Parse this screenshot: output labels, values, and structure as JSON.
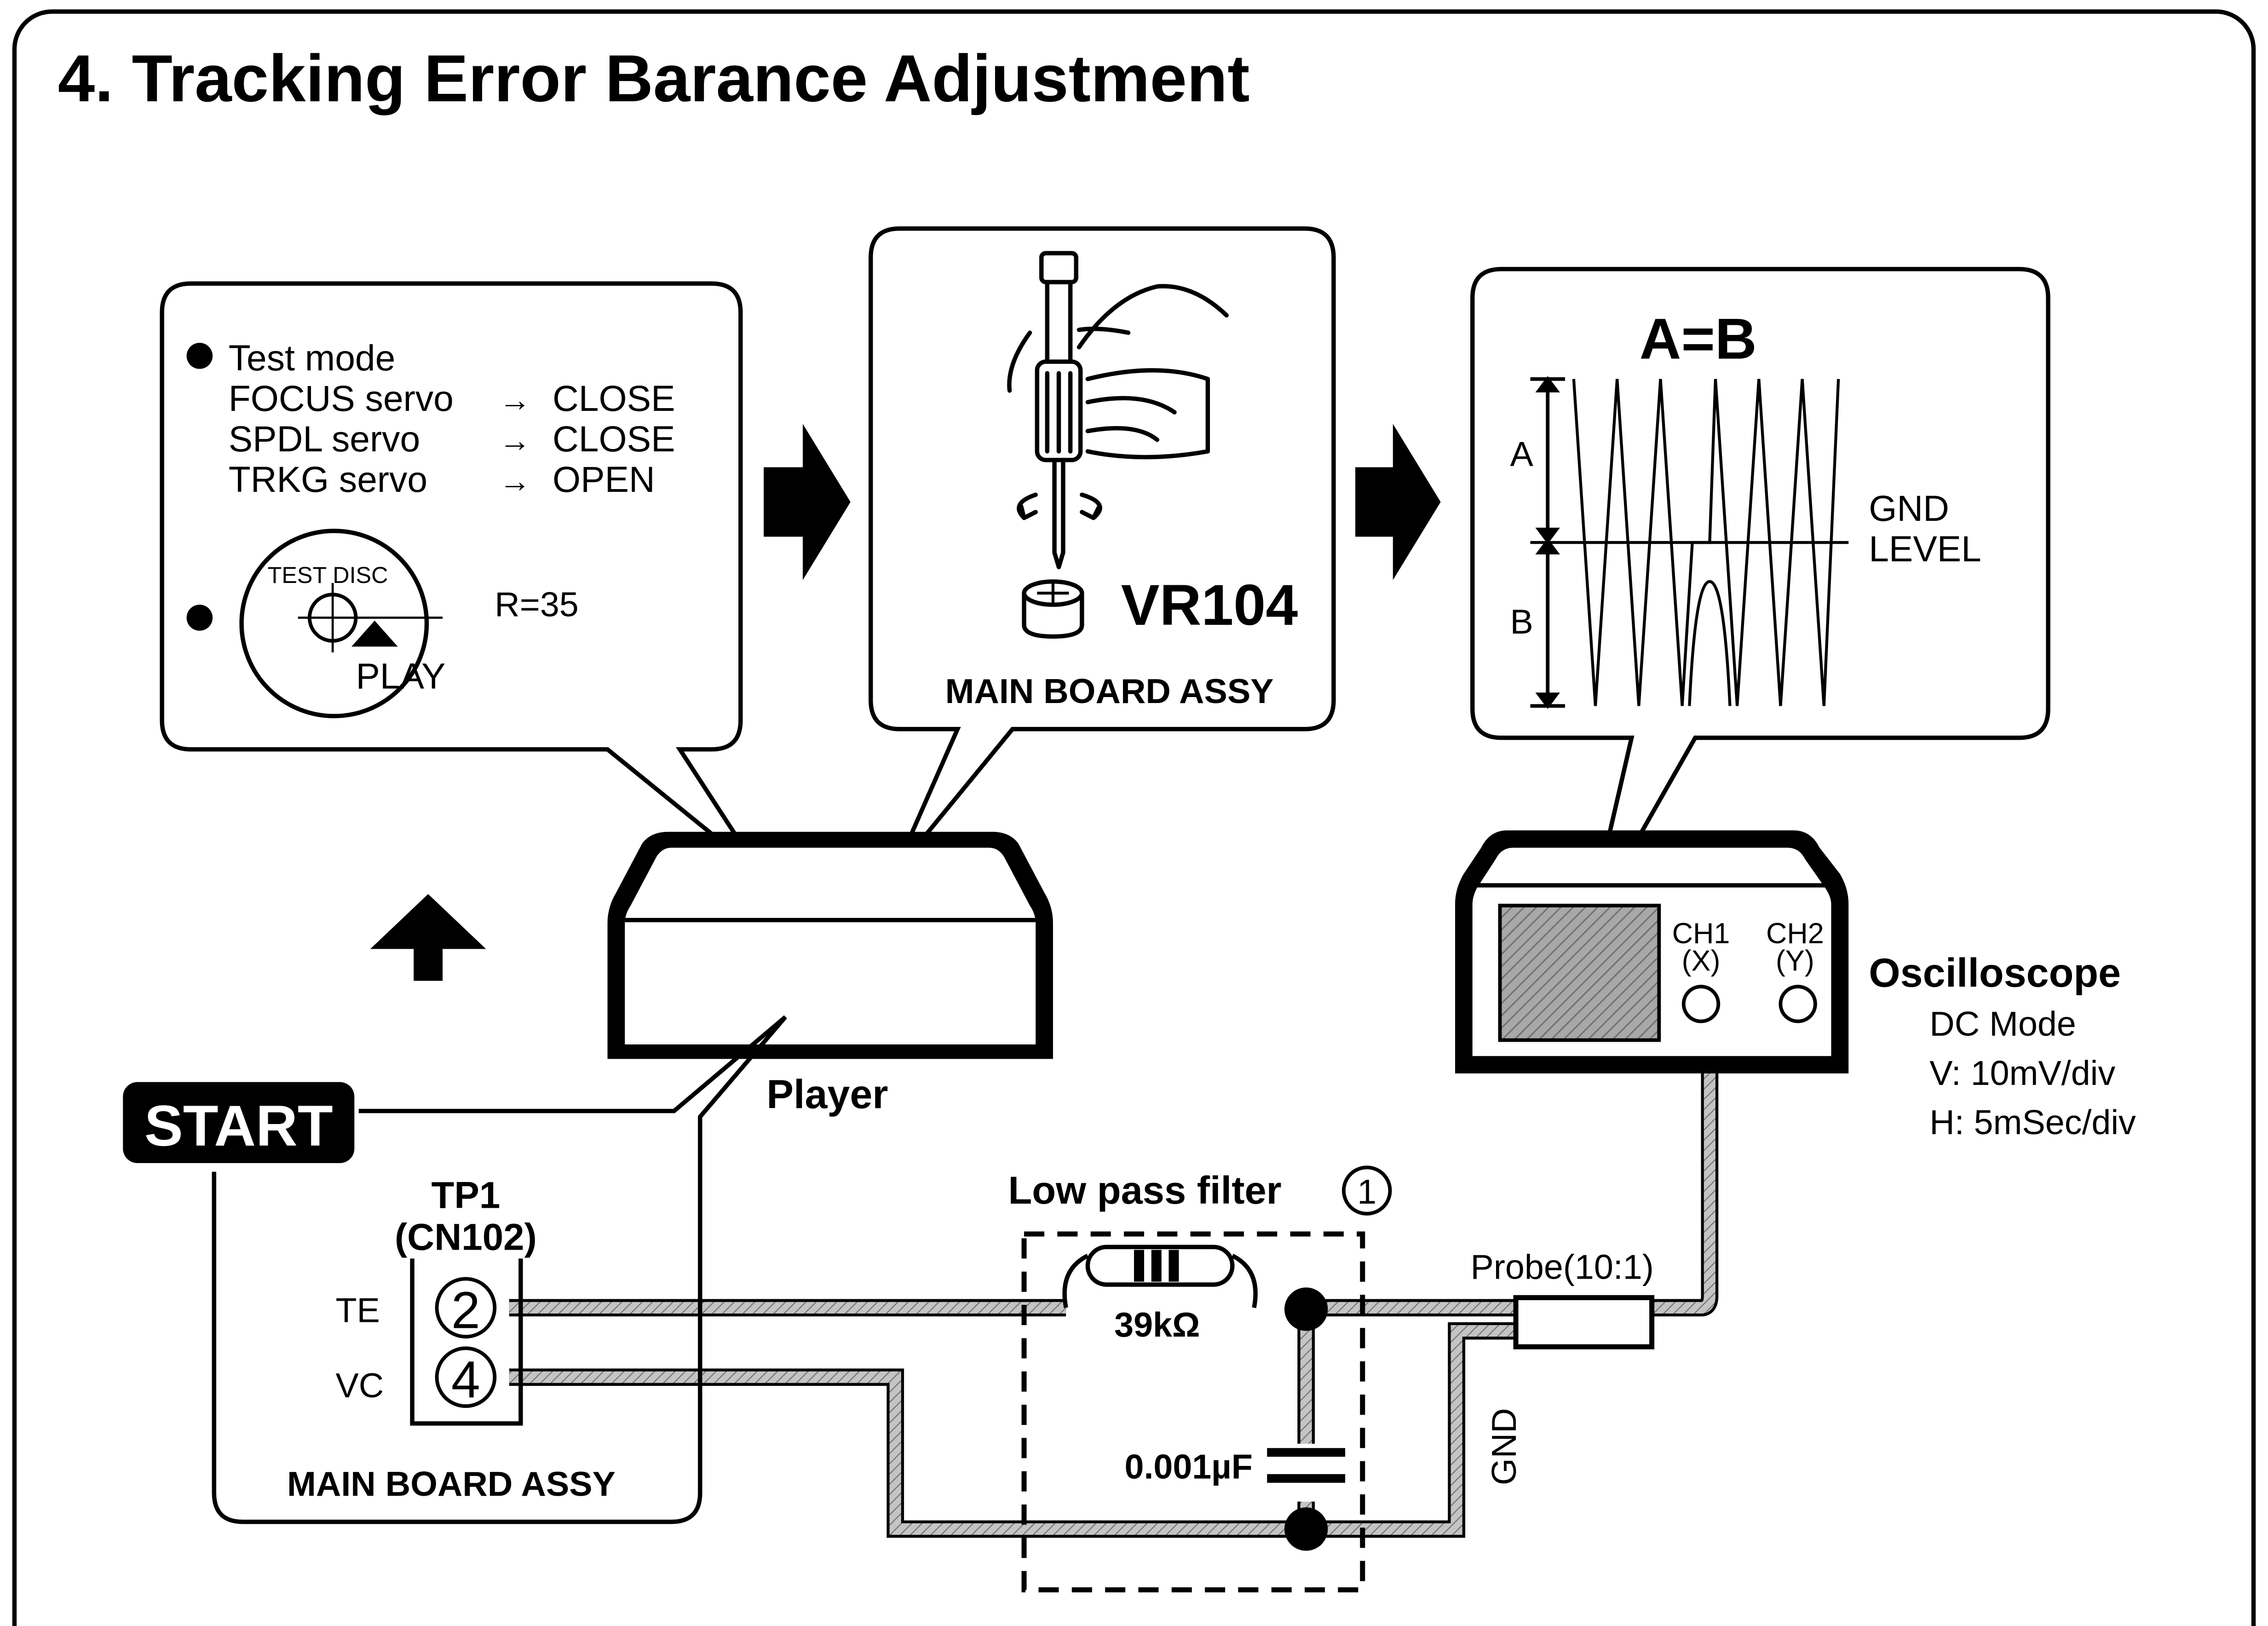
{
  "title": "4. Tracking Error Barance Adjustment",
  "test_mode_box": {
    "heading": "Test mode",
    "rows": [
      {
        "label": "FOCUS servo",
        "value": "CLOSE"
      },
      {
        "label": "SPDL servo",
        "value": "CLOSE"
      },
      {
        "label": "TRKG servo",
        "value": "OPEN"
      }
    ],
    "arrow_glyph": "→",
    "disc_label": "TEST DISC",
    "play_label": "PLAY",
    "r_value": "R=35"
  },
  "vr_box": {
    "vr_label": "VR104",
    "board_label": "MAIN BOARD ASSY"
  },
  "scope_box": {
    "equation": "A=B",
    "label_a": "A",
    "label_b": "B",
    "gnd_line1": "GND",
    "gnd_line2": "LEVEL"
  },
  "player_label": "Player",
  "start_label": "START",
  "oscilloscope": {
    "title": "Oscilloscope",
    "ch1_line1": "CH1",
    "ch1_line2": "(X)",
    "ch2_line1": "CH2",
    "ch2_line2": "(Y)",
    "settings": [
      "DC Mode",
      "V: 10mV/div",
      "H: 5mSec/div"
    ]
  },
  "tp_box": {
    "tp_line1": "TP1",
    "tp_line2": "(CN102)",
    "te_label": "TE",
    "vc_label": "VC",
    "pin_te": "2",
    "pin_vc": "4",
    "board_label": "MAIN BOARD ASSY"
  },
  "filter": {
    "title": "Low pass filter",
    "number": "1",
    "resistor": "39kΩ",
    "capacitor": "0.001µF"
  },
  "probe_label": "Probe(10:1)",
  "gnd_label": "GND"
}
